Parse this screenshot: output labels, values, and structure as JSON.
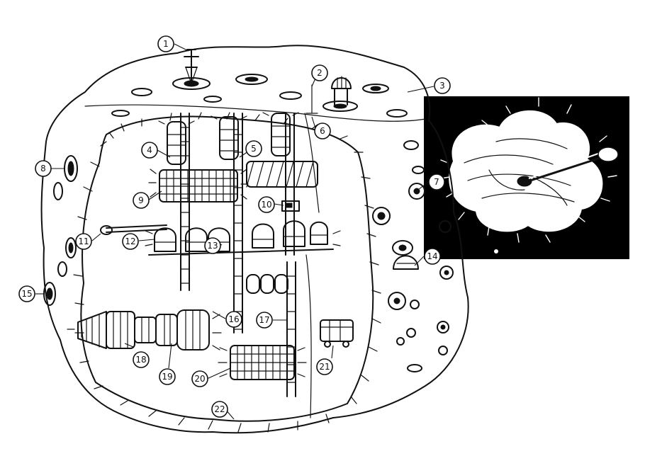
{
  "callouts": [
    {
      "id": "1"
    },
    {
      "id": "2"
    },
    {
      "id": "3"
    },
    {
      "id": "4"
    },
    {
      "id": "5"
    },
    {
      "id": "6"
    },
    {
      "id": "7"
    },
    {
      "id": "8"
    },
    {
      "id": "9"
    },
    {
      "id": "10"
    },
    {
      "id": "11"
    },
    {
      "id": "12"
    },
    {
      "id": "13"
    },
    {
      "id": "14"
    },
    {
      "id": "15"
    },
    {
      "id": "16"
    },
    {
      "id": "17"
    },
    {
      "id": "18"
    },
    {
      "id": "19"
    },
    {
      "id": "20"
    },
    {
      "id": "21"
    },
    {
      "id": "22"
    }
  ],
  "colors": {
    "ink": "#111111",
    "paper": "#ffffff",
    "space": "#000000"
  }
}
